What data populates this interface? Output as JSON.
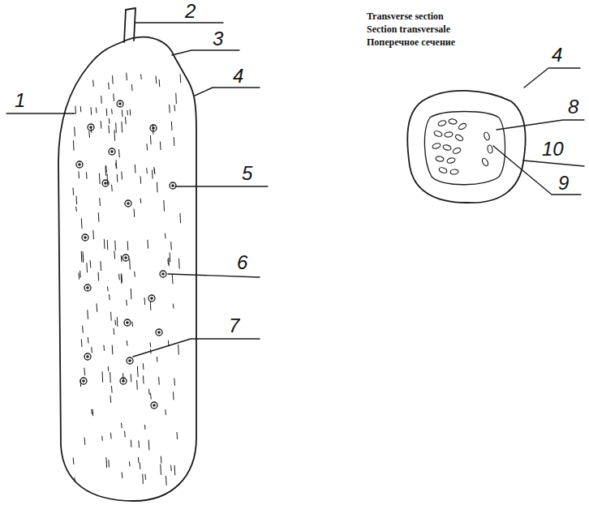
{
  "diagram": {
    "labels": [
      "2",
      "3",
      "4",
      "1",
      "5",
      "6",
      "7",
      "Transverse section",
      "Section transversale",
      "Поперечное сечение",
      "4",
      "8",
      "10",
      "9"
    ]
  }
}
